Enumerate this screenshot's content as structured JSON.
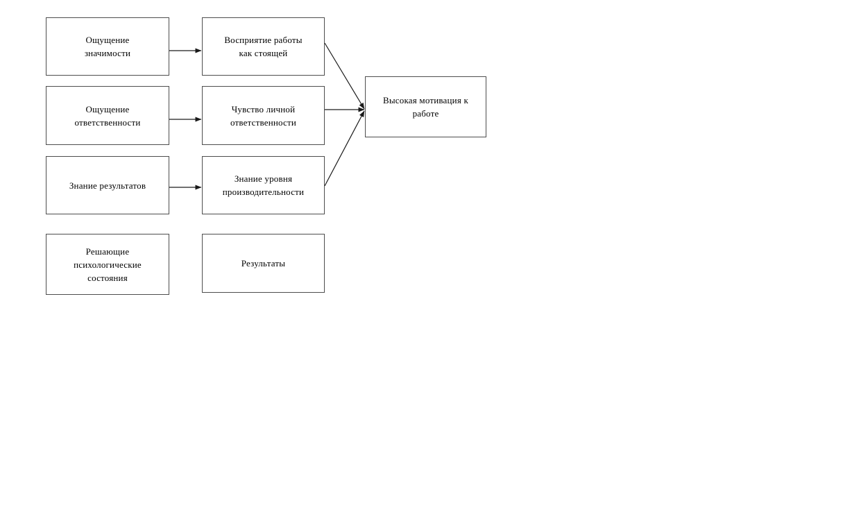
{
  "diagram": {
    "type": "flow-diagram",
    "background_color": "#ffffff",
    "border_color": "#4d4d4d",
    "line_color": "#1a1a1a",
    "text_color": "#000000",
    "nodes": [
      {
        "id": "sense-of-meaning",
        "label": "Ощущение\nзначимости",
        "column": 1,
        "row": 1
      },
      {
        "id": "sense-of-responsibility",
        "label": "Ощущение\nответственности",
        "column": 1,
        "row": 2
      },
      {
        "id": "knowledge-of-results",
        "label": "Знание результатов",
        "column": 1,
        "row": 3
      },
      {
        "id": "critical-states-legend",
        "label": "Решающие\nпсихологические\nсостояния",
        "column": 1,
        "row": 4
      },
      {
        "id": "perception-of-work",
        "label": "Восприятие работы\nкак стоящей",
        "column": 2,
        "row": 1
      },
      {
        "id": "personal-responsibility",
        "label": "Чувство личной\nответственности",
        "column": 2,
        "row": 2
      },
      {
        "id": "knowledge-of-performance",
        "label": "Знание уровня\nпроизводительности",
        "column": 2,
        "row": 3
      },
      {
        "id": "results-legend",
        "label": "Результаты",
        "column": 2,
        "row": 4
      },
      {
        "id": "high-motivation",
        "label": "Высокая мотивация к\nработе",
        "column": 3,
        "row": 2
      }
    ],
    "connectors": [
      {
        "from": "sense-of-meaning",
        "to": "perception-of-work",
        "style": "horizontal-arrow"
      },
      {
        "from": "sense-of-responsibility",
        "to": "personal-responsibility",
        "style": "horizontal-arrow"
      },
      {
        "from": "knowledge-of-results",
        "to": "knowledge-of-performance",
        "style": "horizontal-arrow"
      },
      {
        "from": "perception-of-work",
        "to": "high-motivation",
        "style": "diagonal-arrow-down"
      },
      {
        "from": "personal-responsibility",
        "to": "high-motivation",
        "style": "horizontal-arrow"
      },
      {
        "from": "knowledge-of-performance",
        "to": "high-motivation",
        "style": "diagonal-arrow-up"
      }
    ]
  }
}
